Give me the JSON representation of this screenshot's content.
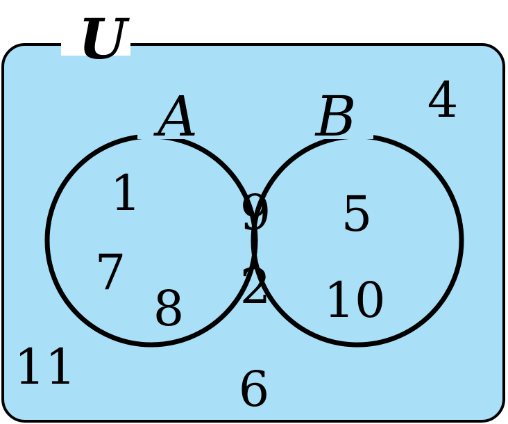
{
  "universe": {
    "label": "U",
    "fill": "#aadff8",
    "outside_elements": [
      "11",
      "6",
      "4"
    ]
  },
  "sets": [
    {
      "label": "A",
      "only_elements": [
        "1",
        "7",
        "8"
      ]
    },
    {
      "label": "B",
      "only_elements": [
        "5",
        "10"
      ]
    }
  ],
  "intersection": {
    "elements": [
      "9",
      "2"
    ],
    "fill": "#ffffff"
  },
  "outline_color": "#000000"
}
